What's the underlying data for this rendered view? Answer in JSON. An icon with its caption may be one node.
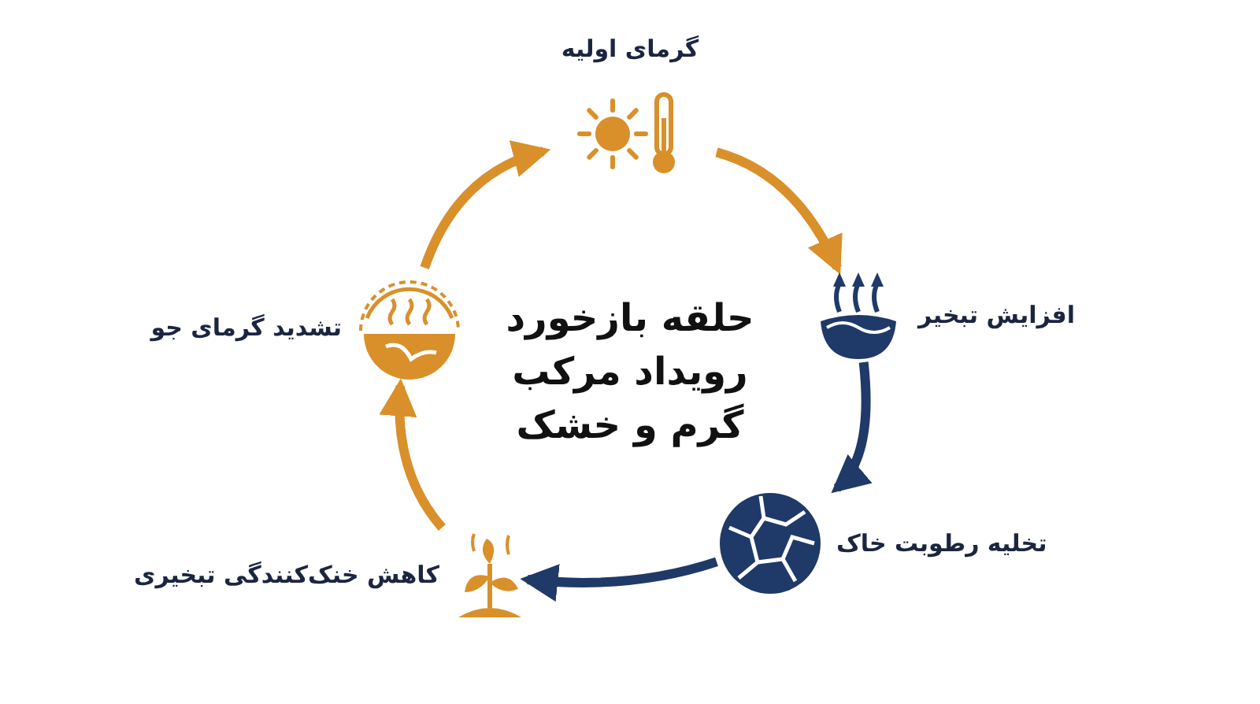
{
  "diagram": {
    "title": "حلقه بازخورد رویداد مرکب گرم و خشک",
    "nodes": [
      {
        "text": [
          "گرمای اولیه"
        ]
      },
      {
        "text": [
          "افزایش تبخیر"
        ]
      },
      {
        "text": [
          "تخلیه رطوبت خاک"
        ]
      },
      {
        "text": [
          "کاهش خنک‌کنندگی تبخیری"
        ]
      },
      {
        "text": [
          "تشدید گرمای جو"
        ]
      }
    ],
    "edges": [
      {
        "from": 0,
        "to": 1,
        "arrow": "to"
      },
      {
        "from": 1,
        "to": 2,
        "arrow": "to",
        "color": "#1f3a68"
      },
      {
        "from": 2,
        "to": 3,
        "arrow": "to",
        "color": "#1f3a68"
      },
      {
        "from": 3,
        "to": 4,
        "arrow": "to"
      },
      {
        "from": 4,
        "to": 0,
        "arrow": "to"
      }
    ]
  }
}
